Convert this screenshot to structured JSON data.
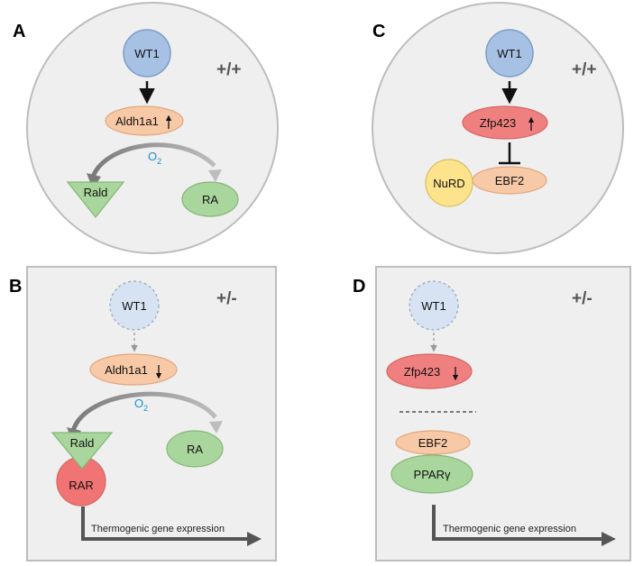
{
  "panels": {
    "A": {
      "letter": "A",
      "genotype": "+/+",
      "wt1": "WT1",
      "enzyme": "Aldh1a1",
      "enzyme_trend": "up",
      "o2_main": "O",
      "o2_sub": "2",
      "substrate": "Rald",
      "product": "RA"
    },
    "B": {
      "letter": "B",
      "genotype": "+/-",
      "wt1": "WT1",
      "enzyme": "Aldh1a1",
      "enzyme_trend": "down",
      "o2_main": "O",
      "o2_sub": "2",
      "substrate": "Rald",
      "product": "RA",
      "receptor": "RAR",
      "expression": "Thermogenic gene expression"
    },
    "C": {
      "letter": "C",
      "genotype": "+/+",
      "wt1": "WT1",
      "factor": "Zfp423",
      "factor_trend": "up",
      "nurd": "NuRD",
      "ebf2": "EBF2"
    },
    "D": {
      "letter": "D",
      "genotype": "+/-",
      "wt1": "WT1",
      "factor": "Zfp423",
      "factor_trend": "down",
      "ebf2": "EBF2",
      "ppar": "PPARγ",
      "expression": "Thermogenic gene expression"
    }
  },
  "colors": {
    "wt1_fill": "#a7c1e4",
    "wt1_stroke": "#7d9cc6",
    "aldh_fill": "#f8c9a6",
    "aldh_stroke": "#e0a77f",
    "zfp_fill": "#f08080",
    "zfp_stroke": "#d56666",
    "green_fill": "#a9d69c",
    "green_stroke": "#85b779",
    "rar_fill": "#f07474",
    "nurd_fill": "#fde38c",
    "panel_bg": "#efefef",
    "panel_stroke": "#bdbdbd",
    "o2_text": "#1f8bd1"
  }
}
